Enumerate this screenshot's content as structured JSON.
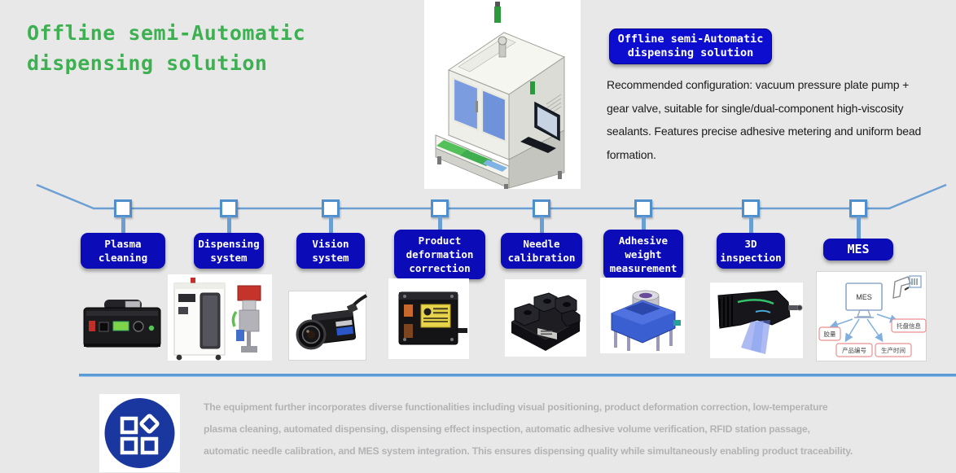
{
  "title": {
    "text": "Offline semi-Automatic\ndispensing solution",
    "color": "#3db051"
  },
  "badge": {
    "label": "Offline semi-Automatic\ndispensing solution",
    "bg": "#0d0dd0"
  },
  "description": {
    "lines": [
      "Recommended configuration: vacuum pressure plate pump +",
      "gear valve, suitable for single/dual-component high-viscosity",
      "sealants. Features precise adhesive metering and uniform bead",
      "formation."
    ]
  },
  "hero_image": "offline-dispensing-machine-render",
  "stations": [
    {
      "label": "Plasma\ncleaning",
      "image": "plasma-cleaner-photo"
    },
    {
      "label": "Dispensing\nsystem",
      "image": "dispensing-cabinet-and-valve-photo"
    },
    {
      "label": "Vision\nsystem",
      "image": "industrial-camera-photo"
    },
    {
      "label": "Product\ndeformation\ncorrection",
      "image": "laser-displacement-sensor-photo"
    },
    {
      "label": "Needle\ncalibration",
      "image": "needle-calibration-fixture-photo"
    },
    {
      "label": "Adhesive\nweight\nmeasurement",
      "image": "adhesive-weighing-station-render"
    },
    {
      "label": "3D\ninspection",
      "image": "3d-scanner-render"
    },
    {
      "label": "MES",
      "image": "mes-diagram"
    }
  ],
  "mes_diagram": {
    "monitor_label": "MES",
    "nodes": [
      "胶量",
      "产品编号",
      "生产时间",
      "托盘信息"
    ]
  },
  "footer": {
    "icon": "app-grid-icon",
    "lines": [
      "The equipment further incorporates diverse functionalities including visual positioning, product deformation correction, low-temperature",
      "plasma cleaning, automated dispensing, dispensing effect inspection, automatic adhesive volume verification, RFID station passage,",
      "automatic needle calibration, and MES system integration. This ensures dispensing quality while simultaneously enabling product traceability."
    ]
  },
  "colors": {
    "background": "#e9e8e8",
    "station_label_blue": "#0b0bb8",
    "badge_blue": "#0d0dd0",
    "timeline_blue": "#6b9fd4",
    "node_border_blue": "#4f90cc",
    "title_green": "#3db051",
    "divider_blue": "#5b9bd5",
    "footer_text_gray": "#b3b3b5",
    "footer_icon_blue": "#19379e"
  }
}
